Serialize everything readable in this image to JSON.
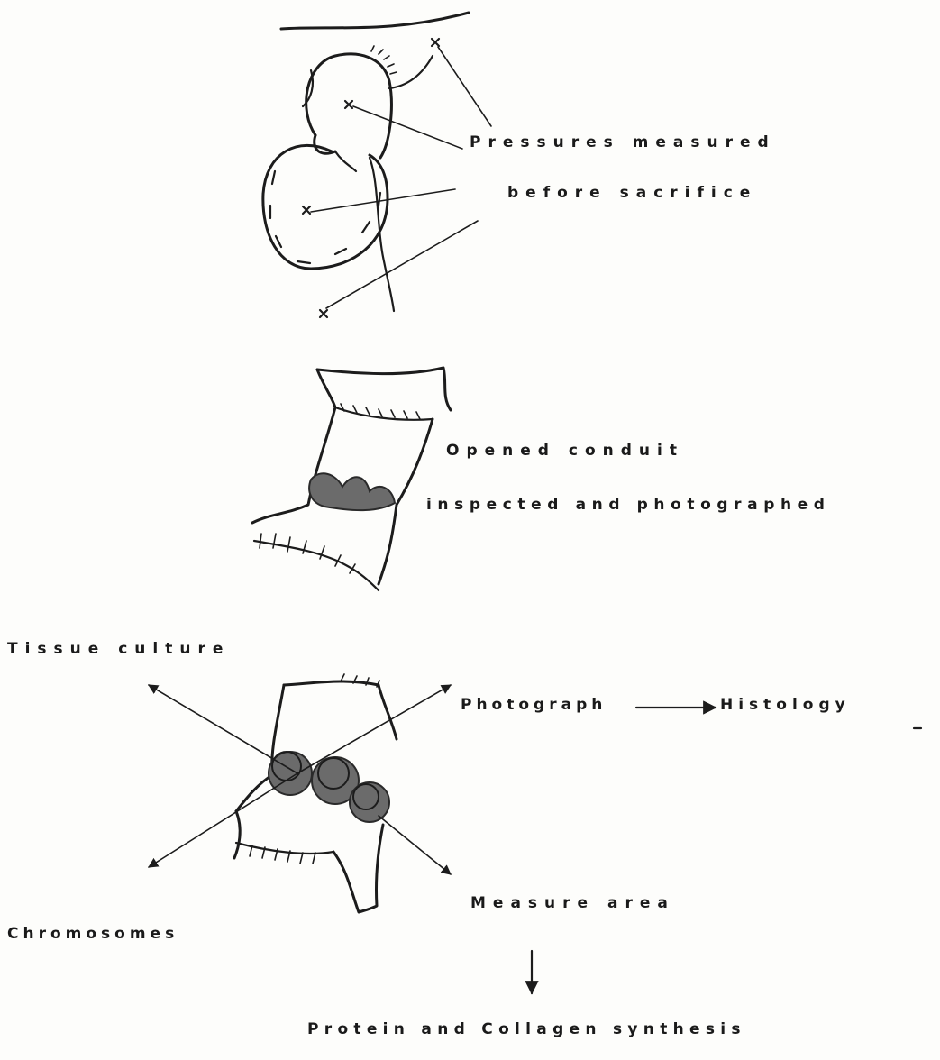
{
  "labels": {
    "pressures_line1": "Pressures measured",
    "pressures_line2": "before sacrifice",
    "opened_line1": "Opened conduit",
    "opened_line2": "inspected and photographed",
    "tissue_culture": "Tissue culture",
    "photograph": "Photograph",
    "histology": "Histology",
    "chromosomes": "Chromosomes",
    "measure_area": "Measure area",
    "synthesis": "Protein and Collagen synthesis"
  }
}
